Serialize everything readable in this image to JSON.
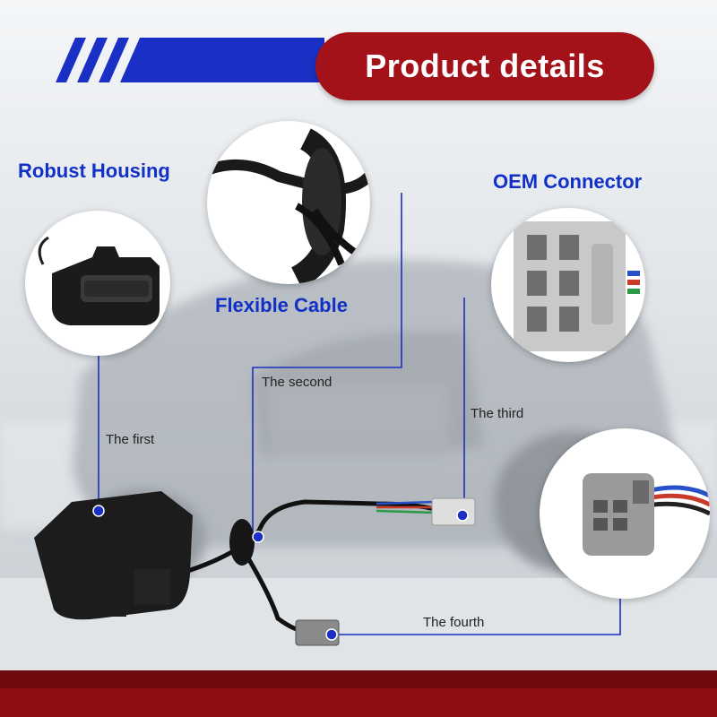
{
  "header": {
    "title": "Product details"
  },
  "features": {
    "housing": "Robust Housing",
    "cable": "Flexible Cable",
    "connector": "OEM Connector"
  },
  "callouts": {
    "first": "The first",
    "second": "The second",
    "third": "The third",
    "fourth": "The fourth"
  },
  "colors": {
    "title_pill": "#a31218",
    "label_blue": "#1030c8",
    "stripe_blue": "#1a2fc4",
    "bottom_bar": "#8d0f14"
  },
  "icons": [
    "diagonal-stripes-decoration",
    "callout-dot"
  ]
}
